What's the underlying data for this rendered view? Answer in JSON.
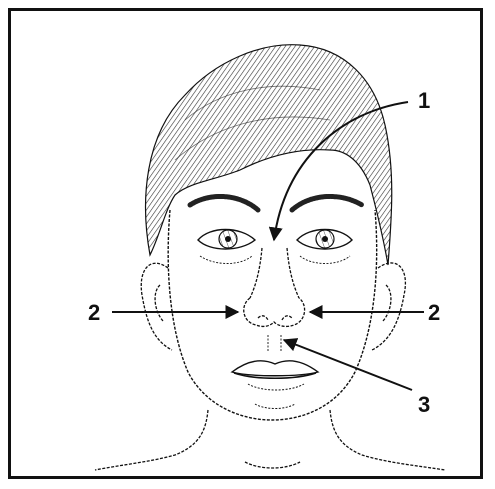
{
  "figure": {
    "subject": "face-illustration",
    "ink_color": "#111111",
    "hair_color": "#333333",
    "callouts": [
      {
        "id": "callout-1",
        "label": "1"
      },
      {
        "id": "callout-2-left",
        "label": "2"
      },
      {
        "id": "callout-2-right",
        "label": "2"
      },
      {
        "id": "callout-3",
        "label": "3"
      }
    ]
  }
}
